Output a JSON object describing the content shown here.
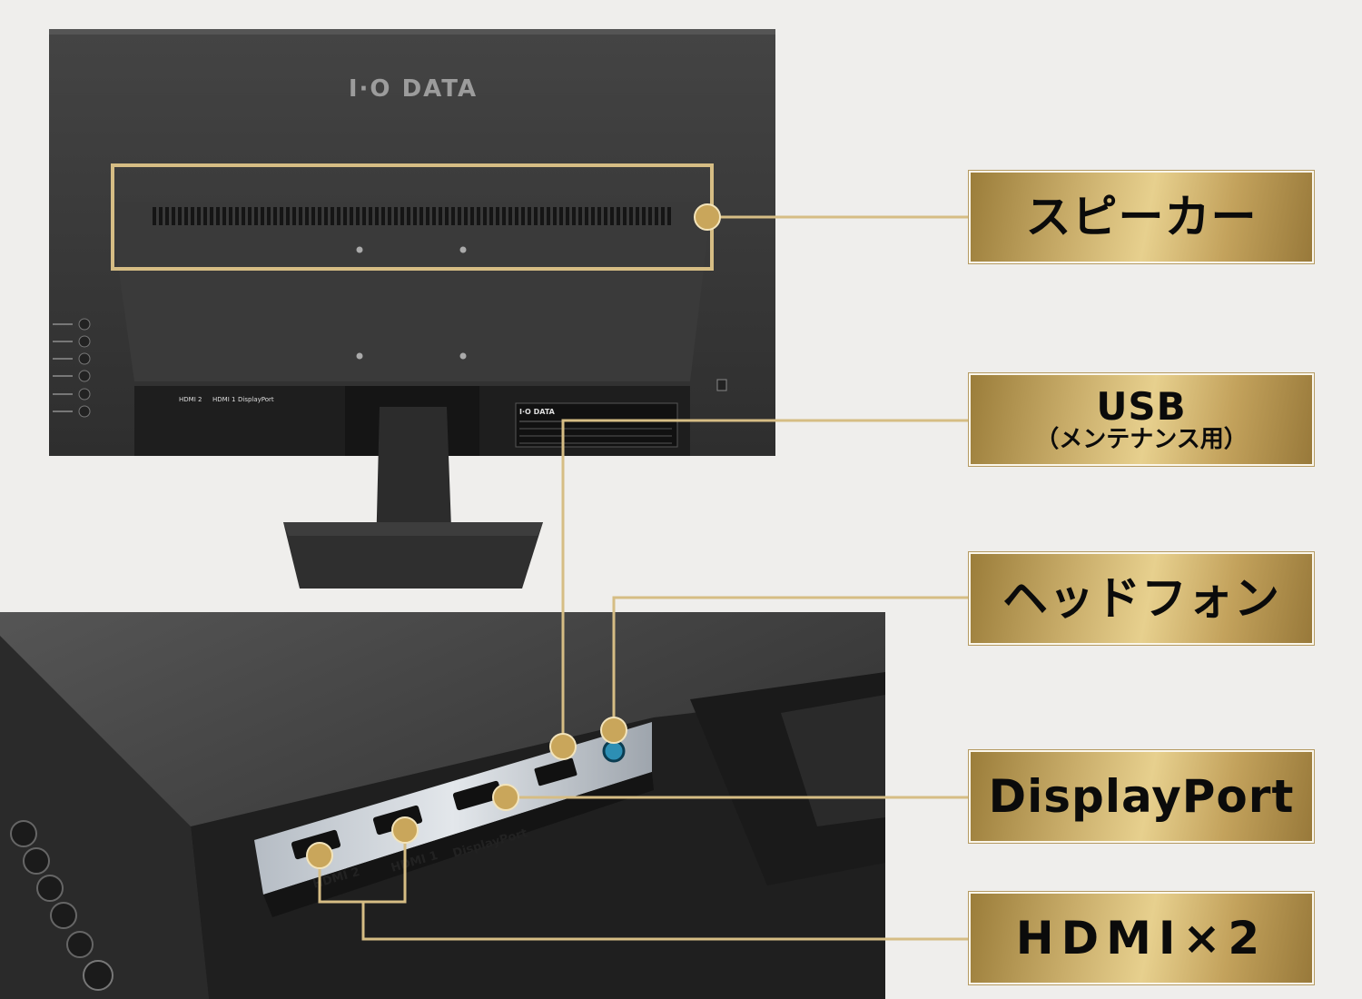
{
  "brand": "I·O DATA",
  "back_panel": {
    "port_labels": [
      "HDMI 2",
      "HDMI 1",
      "DisplayPort"
    ],
    "plate_brand": "I·O DATA"
  },
  "closeup": {
    "port_labels": [
      "HDMI 2",
      "HDMI 1",
      "DisplayPort"
    ]
  },
  "callouts": {
    "speaker": "スピーカー",
    "usb": "USB",
    "usb_sub": "（メンテナンス用）",
    "headphone": "ヘッドフォン",
    "displayport": "DisplayPort",
    "hdmi": "HDMI×2"
  },
  "colors": {
    "gold": "#c9ad6a",
    "monitor": "#3a3a3a",
    "background": "#efeeec"
  }
}
